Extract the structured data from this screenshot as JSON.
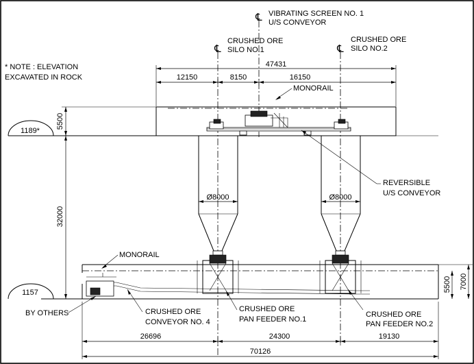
{
  "labels": {
    "vibrating_screen_line1": "VIBRATING SCREEN NO. 1",
    "vibrating_screen_line2": "U/S CONVEYOR",
    "silo1_line1": "CRUSHED ORE",
    "silo1_line2": "SILO NO.1",
    "silo2_line1": "CRUSHED ORE",
    "silo2_line2": "SILO NO.2",
    "note_line1": "* NOTE : ELEVATION",
    "note_line2": "EXCAVATED IN ROCK",
    "monorail_top": "MONORAIL",
    "monorail_bottom": "MONORAIL",
    "reversible_line1": "REVERSIBLE",
    "reversible_line2": "U/S CONVEYOR",
    "by_others": "BY OTHERS",
    "conveyor4_line1": "CRUSHED ORE",
    "conveyor4_line2": "CONVEYOR NO. 4",
    "feeder1_line1": "CRUSHED ORE",
    "feeder1_line2": "PAN FEEDER NO.1",
    "feeder2_line1": "CRUSHED ORE",
    "feeder2_line2": "PAN FEEDER NO.2",
    "centerline_symbol": "℄"
  },
  "dimensions": {
    "top_overall": "47431",
    "top_left": "12150",
    "top_mid": "8150",
    "top_right": "16150",
    "elev_upper": "5500",
    "elev_height": "32000",
    "elev_lower": "5500",
    "elev_total_right": "7000",
    "elev_mark_upper": "1189*",
    "elev_mark_lower": "1157",
    "silo1_dia": "Ø8000",
    "silo2_dia": "Ø8000",
    "bottom_left": "26696",
    "bottom_mid": "24300",
    "bottom_right": "19130",
    "bottom_overall": "70126"
  }
}
